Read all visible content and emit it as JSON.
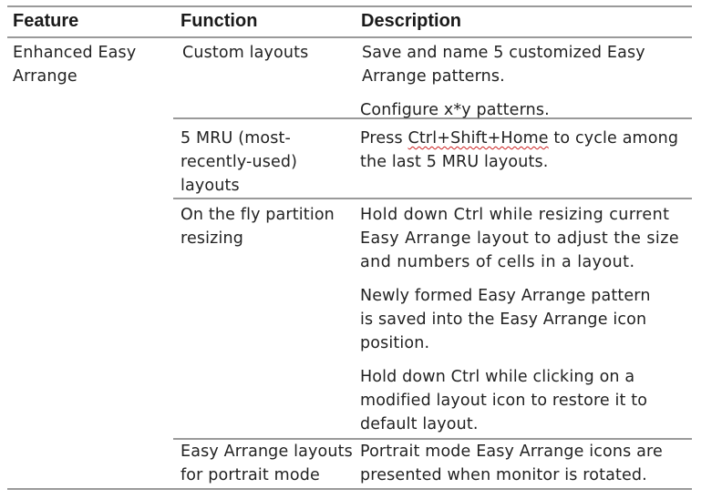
{
  "table": {
    "headers": {
      "feature": "Feature",
      "function": "Function",
      "description": "Description"
    },
    "feature_lines": [
      "Enhanced Easy",
      "Arrange"
    ],
    "rows": [
      {
        "function_lines": [
          "Custom layouts"
        ],
        "paragraphs": [
          [
            "Save and name 5 customized Easy",
            "Arrange patterns."
          ],
          [
            "Configure x*y patterns."
          ]
        ]
      },
      {
        "function_lines": [
          "5 MRU (most-",
          "recently-used)",
          "layouts"
        ],
        "shortcut_prefix": "Press ",
        "shortcut": "Ctrl+Shift+Home",
        "shortcut_suffix": " to cycle among",
        "paragraphs": [
          [
            "the last 5 MRU layouts."
          ]
        ]
      },
      {
        "function_lines": [
          "On the fly partition",
          "resizing"
        ],
        "paragraphs": [
          [
            "Hold down Ctrl while resizing current",
            "Easy Arrange layout to adjust the size",
            "and numbers of cells in a layout."
          ],
          [
            "Newly formed Easy Arrange pattern",
            "is saved into the Easy Arrange icon",
            "position."
          ],
          [
            "Hold down Ctrl while clicking on a",
            "modified layout icon to restore it to",
            "default layout."
          ]
        ]
      },
      {
        "function_lines": [
          "Easy Arrange layouts",
          "for portrait mode"
        ],
        "paragraphs": [
          [
            "Portrait mode Easy Arrange icons are",
            "presented when monitor is rotated."
          ]
        ]
      }
    ]
  },
  "colors": {
    "rule": "#9a9a9a",
    "text": "#222222",
    "spellcheck_underline": "#cc2222"
  }
}
